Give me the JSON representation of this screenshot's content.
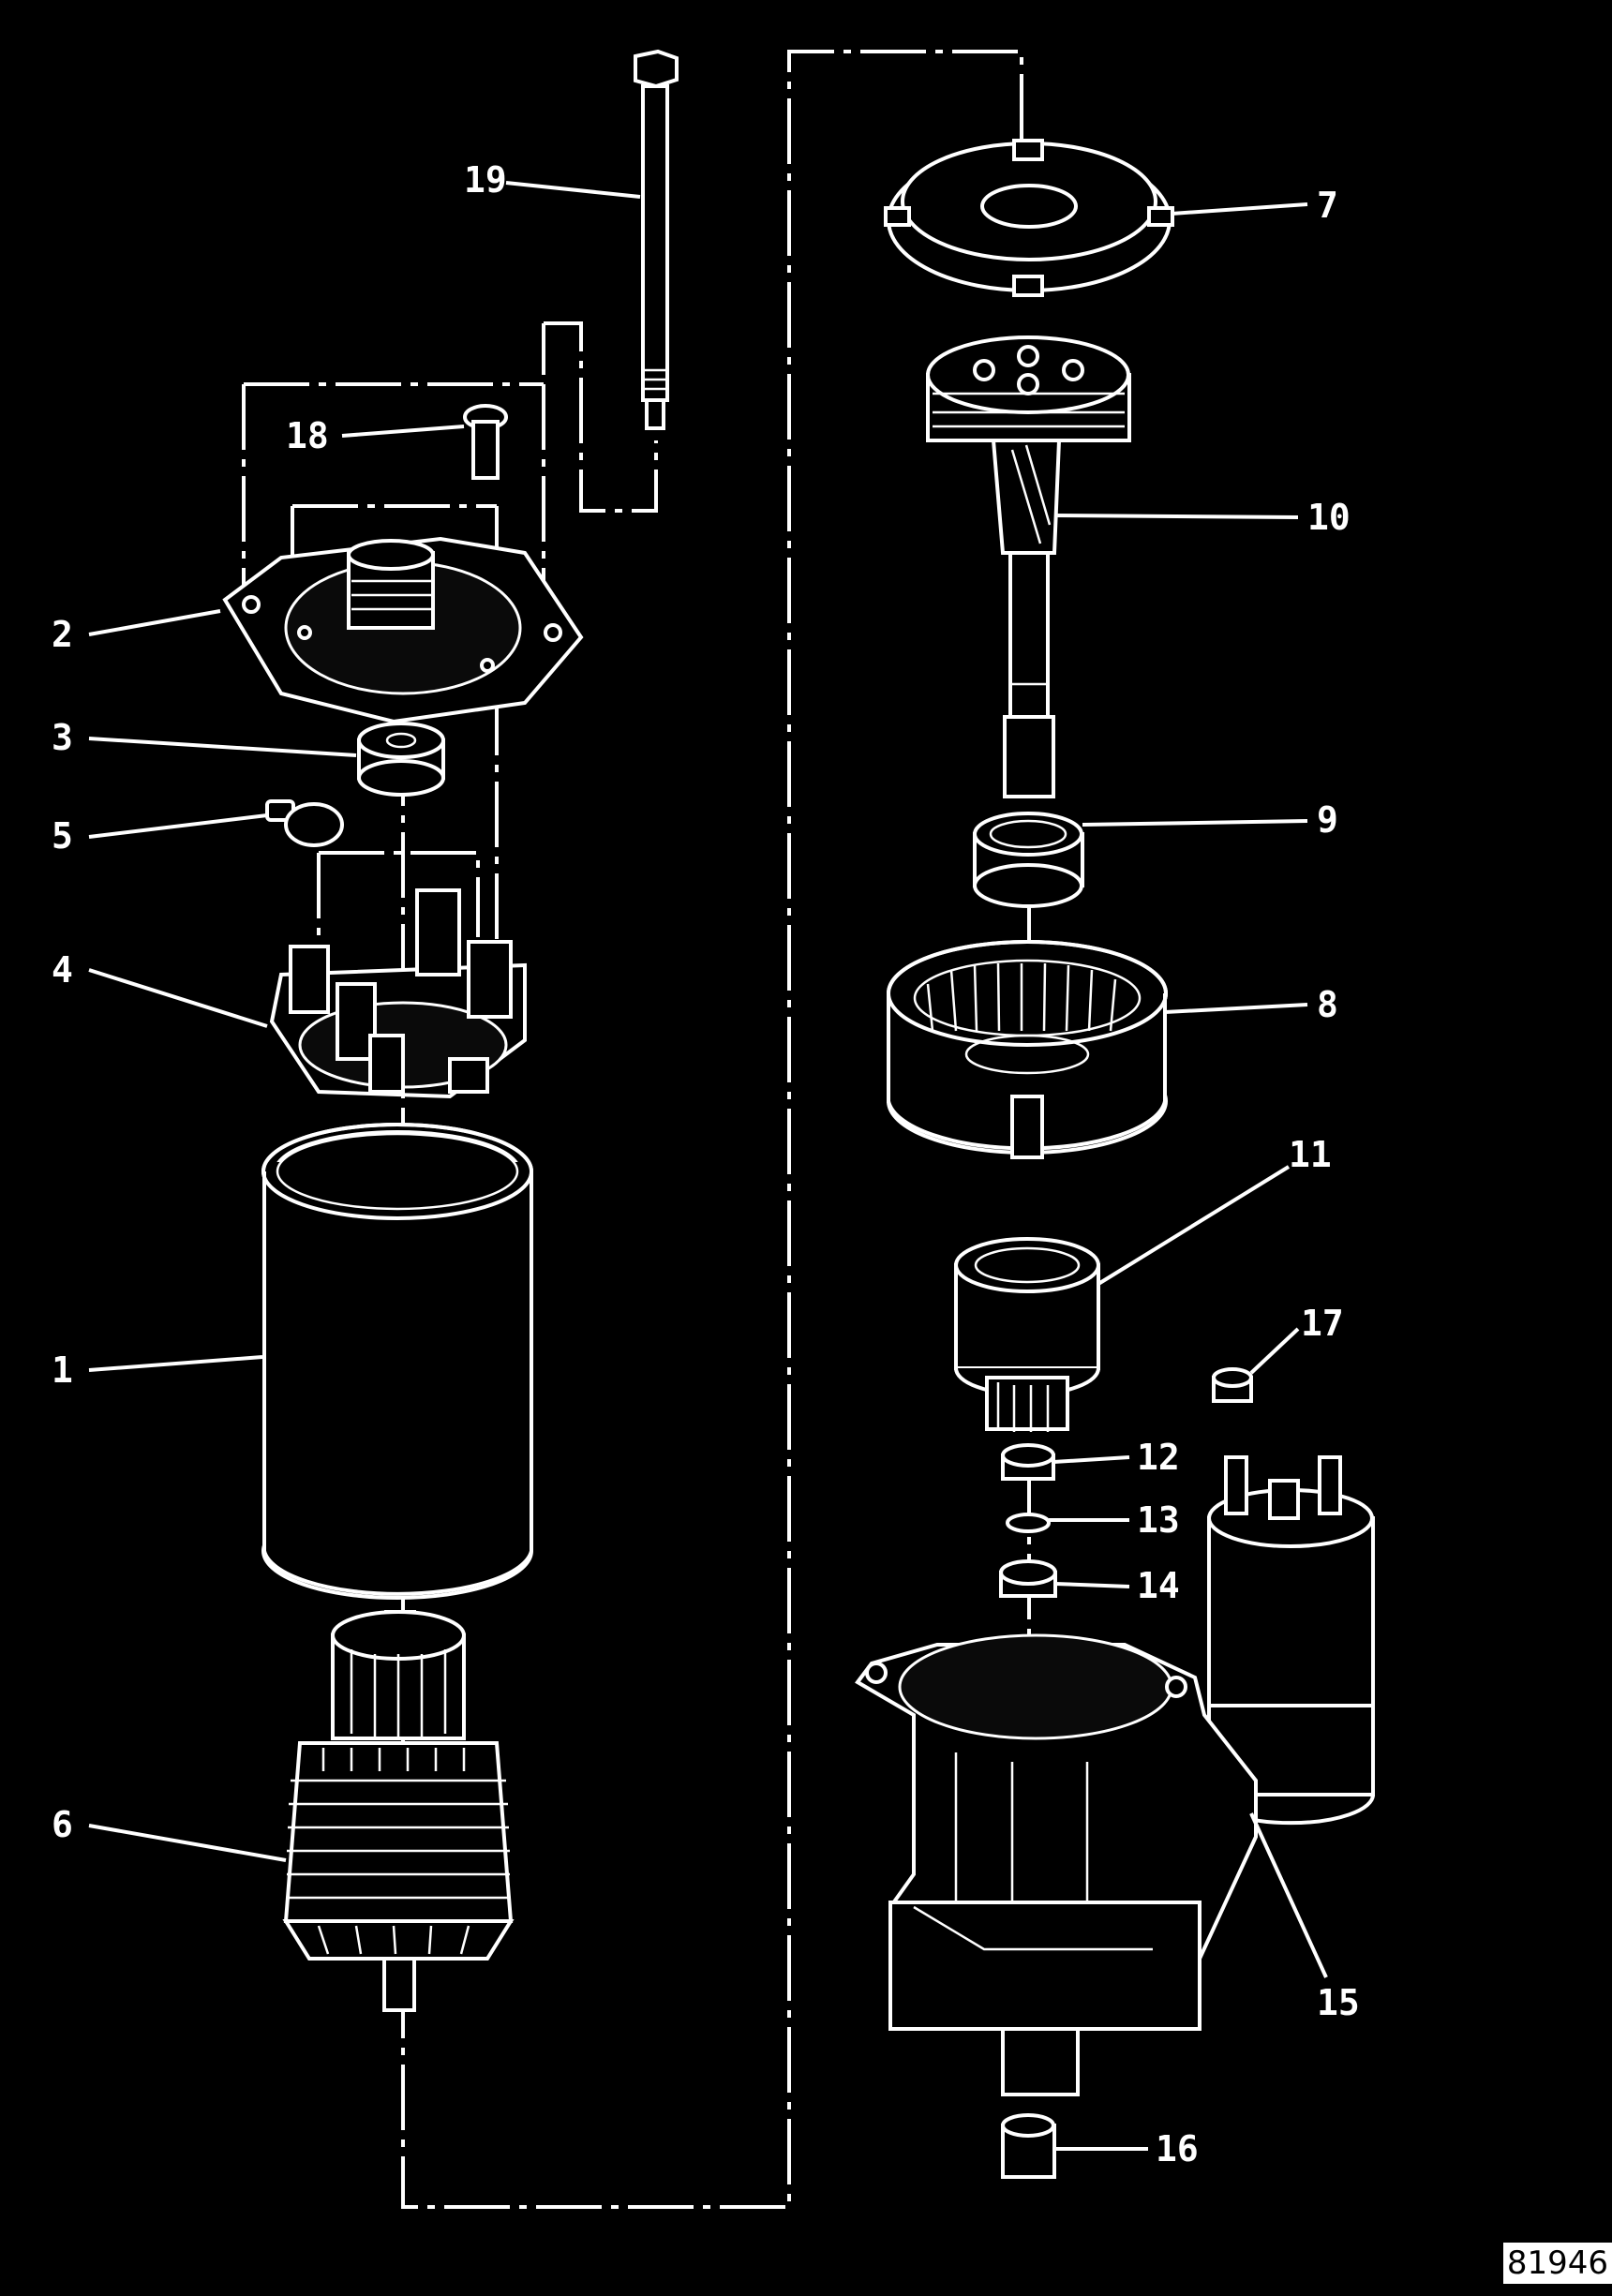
{
  "diagram": {
    "title": "",
    "figure_number": "81946",
    "colors": {
      "background": "#000000",
      "lines": "#ffffff",
      "figure_label_bg": "#ffffff"
    },
    "callouts": [
      {
        "id": "c1",
        "label": "1"
      },
      {
        "id": "c2",
        "label": "2"
      },
      {
        "id": "c3",
        "label": "3"
      },
      {
        "id": "c4",
        "label": "4"
      },
      {
        "id": "c5",
        "label": "5"
      },
      {
        "id": "c6",
        "label": "6"
      },
      {
        "id": "c7",
        "label": "7"
      },
      {
        "id": "c8",
        "label": "8"
      },
      {
        "id": "c9",
        "label": "9"
      },
      {
        "id": "c10",
        "label": "10"
      },
      {
        "id": "c11",
        "label": "11"
      },
      {
        "id": "c12",
        "label": "12"
      },
      {
        "id": "c13",
        "label": "13"
      },
      {
        "id": "c14",
        "label": "14"
      },
      {
        "id": "c15",
        "label": "15"
      },
      {
        "id": "c16",
        "label": "16"
      },
      {
        "id": "c17",
        "label": "17"
      },
      {
        "id": "c18",
        "label": "18"
      },
      {
        "id": "c19",
        "label": "19"
      }
    ]
  }
}
